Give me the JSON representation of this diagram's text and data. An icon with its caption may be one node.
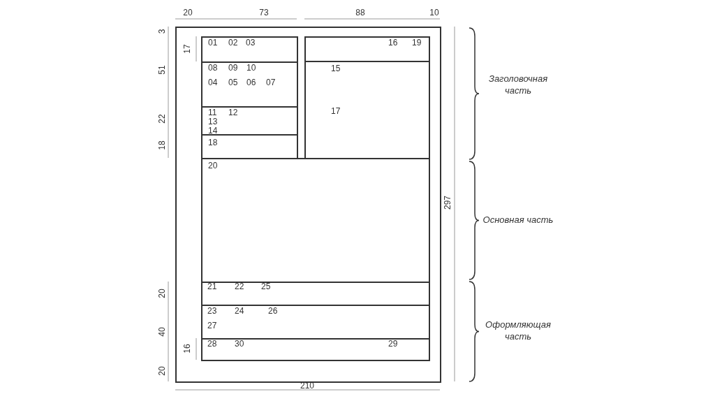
{
  "diagram": {
    "nodes": [
      {
        "text": [],
        "shape": "box"
      },
      {
        "text": [
          "01",
          "02",
          "03"
        ],
        "in": 0
      },
      {
        "text": [
          "08",
          "09",
          "10",
          "04",
          "05",
          "06",
          "07"
        ],
        "in": 0
      },
      {
        "text": [
          "11",
          "12",
          "13",
          "14"
        ],
        "in": 0
      },
      {
        "text": [
          "18"
        ],
        "in": 0
      },
      {
        "text": [
          "16",
          "19"
        ],
        "in": 0
      },
      {
        "text": [
          "15",
          "17"
        ],
        "in": 0
      },
      {
        "text": [
          "20"
        ],
        "in": 0
      },
      {
        "text": [
          "21",
          "22",
          "25"
        ],
        "in": 0
      },
      {
        "text": [
          "23",
          "24",
          "26",
          "27"
        ],
        "in": 0
      },
      {
        "text": [
          "28",
          "30",
          "29"
        ],
        "in": 0
      }
    ],
    "labels": [
      "20",
      "73",
      "88",
      "10",
      "3",
      "17",
      "51",
      "Заголовочная часть",
      "22",
      "18",
      "297",
      "Основная часть",
      "20",
      "40",
      "Оформляющая часть",
      "16",
      "20",
      "210"
    ]
  }
}
